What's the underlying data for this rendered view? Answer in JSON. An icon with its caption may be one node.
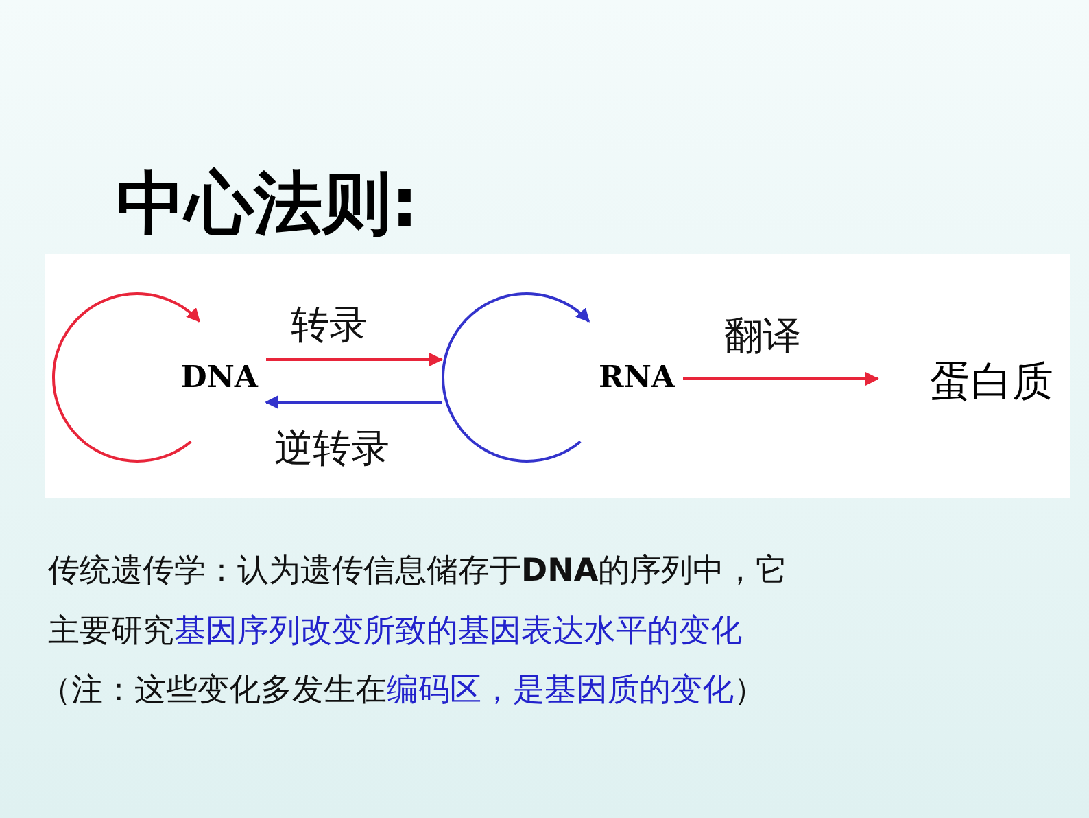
{
  "diagram": {
    "title": "中心法则:",
    "nodes": [
      {
        "text": [
          "DNA"
        ]
      },
      {
        "text": [
          "RNA"
        ]
      },
      {
        "text": [
          "蛋白质"
        ]
      }
    ],
    "edges": [
      {
        "from": 0,
        "to": 0,
        "arrow": "to"
      },
      {
        "from": 0,
        "to": 1,
        "label": "转录",
        "arrow": "to"
      },
      {
        "from": 1,
        "to": 0,
        "label": "逆转录",
        "arrow": "to",
        "color": "#3333cc"
      },
      {
        "from": 1,
        "to": 1,
        "arrow": "to",
        "color": "#3333cc"
      },
      {
        "from": 1,
        "to": 2,
        "label": "翻译",
        "arrow": "to"
      }
    ],
    "labels": [
      "传统遗传学：认为遗传信息储存于**DNA**的序列中，它",
      "主要研究",
      "基因序列改变所致的基因表达水平的变化",
      "（注：这些变化多发生在",
      "编码区，是基因质的变化",
      "）"
    ]
  }
}
